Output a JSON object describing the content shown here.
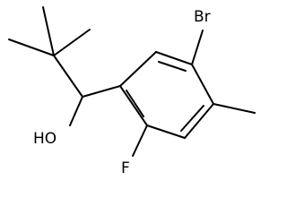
{
  "structure": {
    "atom_labels": {
      "bromine": "Br",
      "hydroxyl": "HO",
      "fluorine": "F"
    },
    "colors": {
      "bond": "#000000",
      "label": "#000000",
      "background": "#ffffff"
    }
  }
}
